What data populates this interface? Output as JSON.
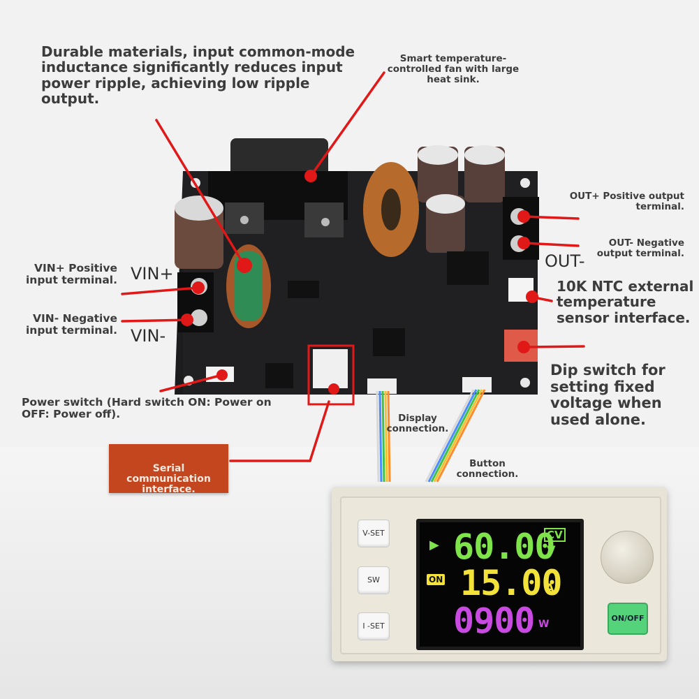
{
  "labels": {
    "durable": "Durable materials, input common-mode inductance significantly reduces input power ripple, achieving low ripple output.",
    "fan": "Smart temperature-controlled fan with large heat sink.",
    "out_pos": "OUT+ Positive output terminal.",
    "out_neg": "OUT- Negative output terminal.",
    "ntc": "10K NTC external temperature sensor interface.",
    "vin_pos": "VIN+ Positive input terminal.",
    "vin_neg": "VIN- Negative input terminal.",
    "dip": "Dip switch for setting fixed voltage when used alone.",
    "power_switch": "Power switch (Hard switch ON: Power on OFF: Power off).",
    "display_conn": "Display connection.",
    "button_conn": "Button connection.",
    "serial": "Serial communication interface."
  },
  "pcb_silk": {
    "vin_plus": "VIN+",
    "vin_minus": "VIN-",
    "out_minus": "OUT-"
  },
  "module": {
    "buttons": {
      "vset": "V-SET",
      "sw": "SW",
      "iset": "I -SET",
      "onoff": "ON/OFF"
    },
    "display": {
      "voltage": "60.00",
      "voltage_unit": "V",
      "mode": "CV",
      "current": "15.00",
      "current_unit": "A",
      "power": "0900",
      "power_unit": "W",
      "status": "ON"
    }
  },
  "colors": {
    "annotation_red": "#e01818",
    "serial_box": "#c4461e",
    "voltage": "#7fe34a",
    "current": "#f2e23a",
    "power": "#c84ae0",
    "onoff": "#55d37a"
  }
}
